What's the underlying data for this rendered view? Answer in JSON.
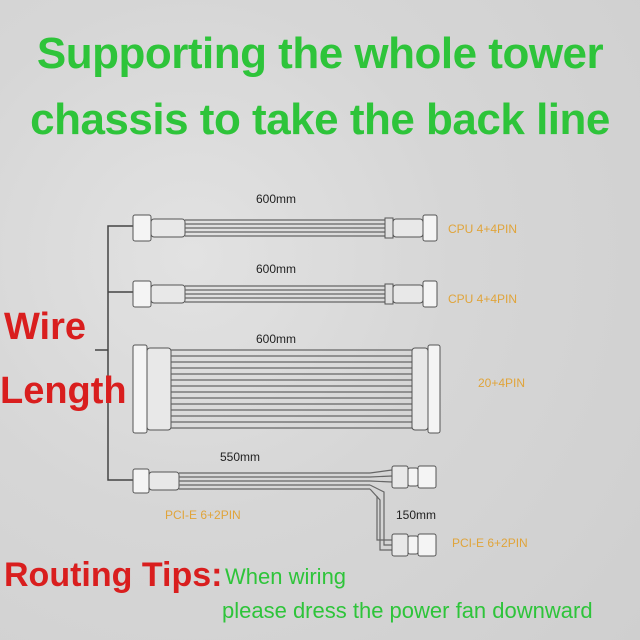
{
  "headline": {
    "line1": "Supporting the whole tower",
    "line2": "chassis to take the back line"
  },
  "side_label": {
    "word1": "Wire",
    "word2": "Length"
  },
  "cables": [
    {
      "length": "600mm",
      "connector": "CPU 4+4PIN"
    },
    {
      "length": "600mm",
      "connector": "CPU 4+4PIN"
    },
    {
      "length": "600mm",
      "connector": "20+4PIN"
    },
    {
      "length": "550mm",
      "connector": "PCI-E 6+2PIN"
    },
    {
      "length": "150mm",
      "connector": "PCI-E 6+2PIN"
    }
  ],
  "routing": {
    "label": "Routing Tips:",
    "line1": "When wiring",
    "line2": "please dress the power fan downward"
  },
  "colors": {
    "headline": "#2ec43a",
    "label_red": "#d91e1e",
    "connector_label": "#e0a43a"
  }
}
